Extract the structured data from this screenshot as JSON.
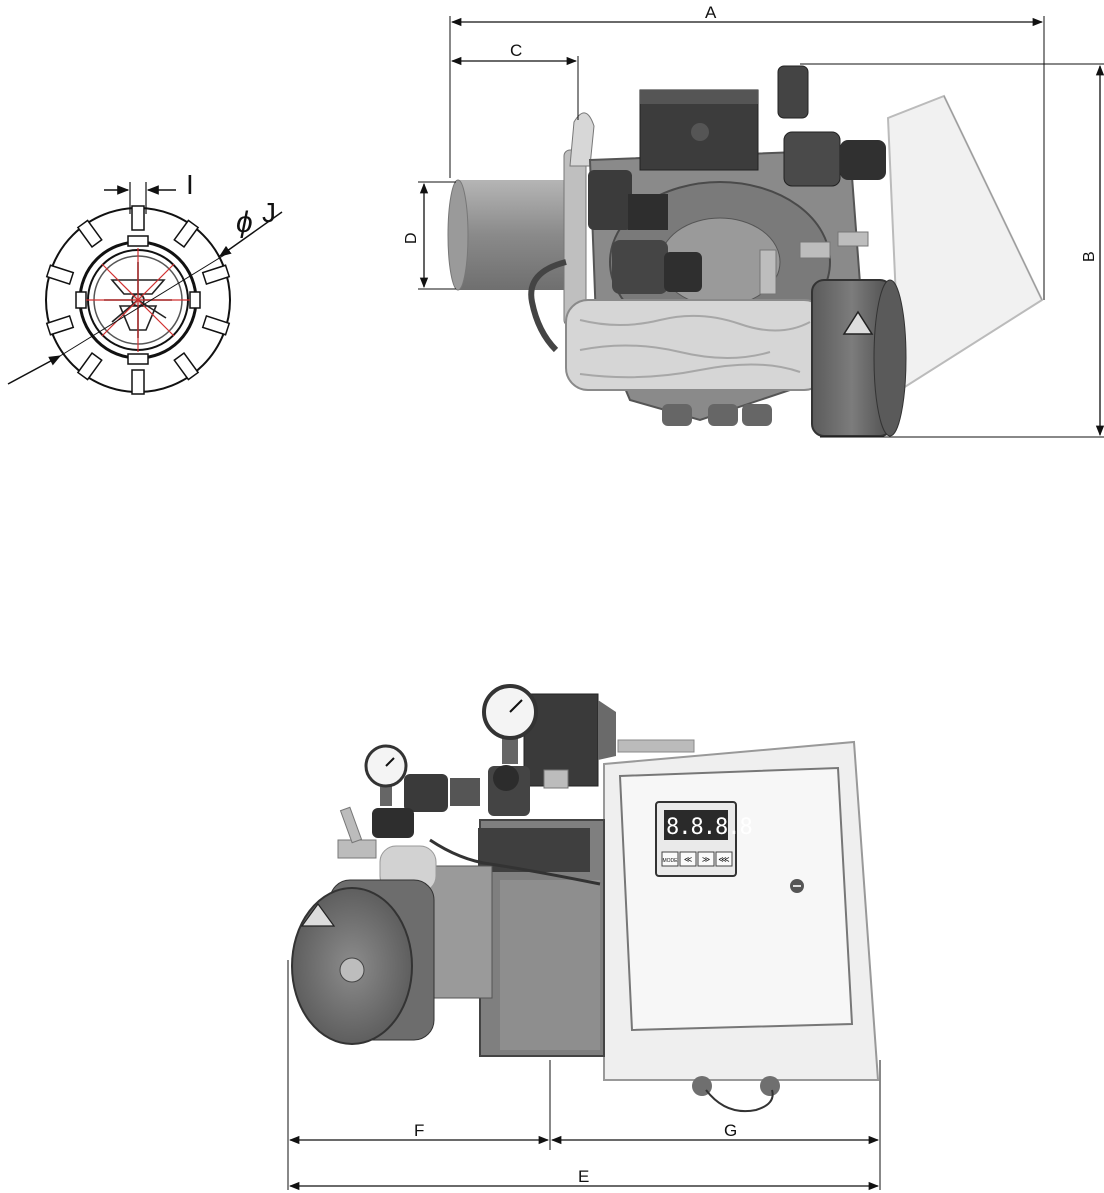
{
  "dimension_labels": {
    "a": "A",
    "b": "B",
    "c": "C",
    "d": "D",
    "e": "E",
    "f": "F",
    "g": "G",
    "i": "I",
    "diameter_symbol": "ϕ",
    "j": "J"
  },
  "controller_display": "8.8.8.8",
  "controller_buttons": [
    "MODE",
    "≪",
    "≫",
    "⋘"
  ],
  "colors": {
    "line": "#111111",
    "red_marks": "#d03030",
    "body_gray": "#8d8d8d",
    "dark_part": "#3a3a3a",
    "cabinet": "#eeeeee"
  }
}
